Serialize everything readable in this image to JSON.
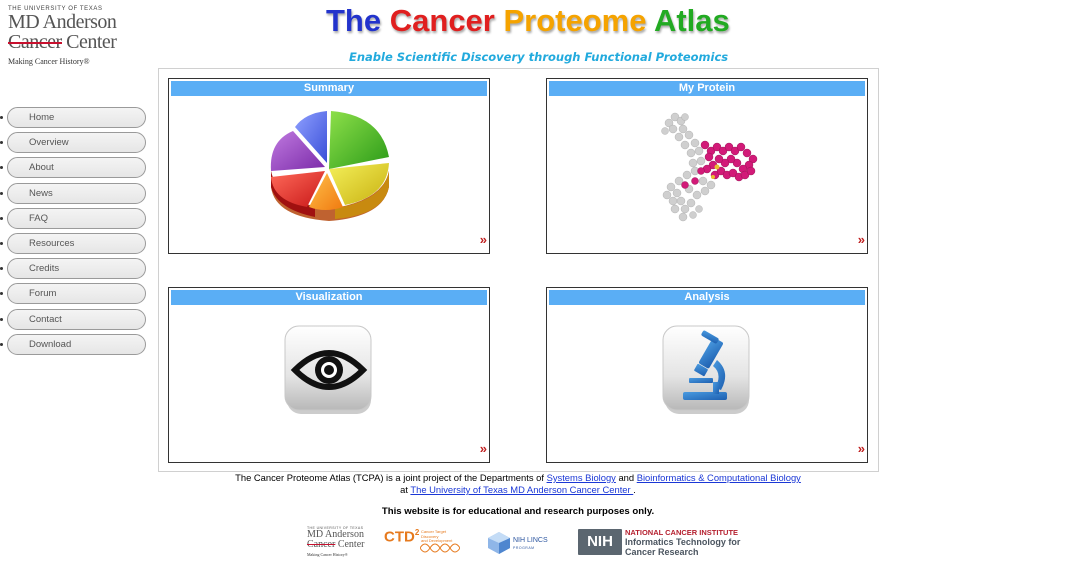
{
  "logo": {
    "university": "THE UNIVERSITY OF TEXAS",
    "line1": "MD Anderson",
    "line2_strike": "Cancer",
    "line2_rest": " Center",
    "tagline": "Making Cancer History®"
  },
  "header": {
    "title_words": [
      "The",
      "Cancer",
      "Proteome",
      "Atlas"
    ],
    "subtitle": "Enable Scientific Discovery through Functional Proteomics"
  },
  "nav": {
    "items": [
      "Home",
      "Overview",
      "About",
      "News",
      "FAQ",
      "Resources",
      "Credits",
      "Forum",
      "Contact",
      "Download"
    ]
  },
  "cards": {
    "summary": {
      "title": "Summary",
      "arrow": "»"
    },
    "my_protein": {
      "title": "My Protein",
      "arrow": "»"
    },
    "visualization": {
      "title": "Visualization",
      "arrow": "»"
    },
    "analysis": {
      "title": "Analysis",
      "arrow": "»"
    }
  },
  "footer": {
    "line1_pre": "The Cancer Proteome Atlas (TCPA) is a joint project of the Departments of ",
    "link_systems": "Systems Biology",
    "and": " and ",
    "link_bioinfo": "Bioinformatics & Computational Biology",
    "line2_pre": "at ",
    "link_ut": "The University of Texas MD Anderson Cancer Center ",
    "line2_post": ".",
    "disclaimer": "This website is for educational and research purposes only."
  },
  "partners": {
    "md": {
      "university": "THE UNIVERSITY OF TEXAS",
      "line1": "MD Anderson",
      "line2_strike": "Cancer",
      "line2_rest": " Center",
      "tagline": "Making Cancer History®"
    },
    "ctd": {
      "mark": "CTD",
      "sup": "2",
      "text1": "Cancer Target Discovery",
      "text2": "and Development"
    },
    "lincs": {
      "name": "NIH LINCS",
      "sub": "PROGRAM"
    },
    "nci": {
      "box": "NIH",
      "line1": "NATIONAL CANCER INSTITUTE",
      "line2": "Informatics Technology for",
      "line3": "Cancer Research"
    }
  },
  "colors": {
    "card_header": "#5aaef5",
    "subtitle": "#22aadd",
    "link": "#1a37d6",
    "arrow": "#c02020"
  },
  "icons": [
    "pie-chart-3d-icon",
    "protein-molecule-icon",
    "eye-icon",
    "microscope-icon",
    "double-chevron-right-icon"
  ]
}
